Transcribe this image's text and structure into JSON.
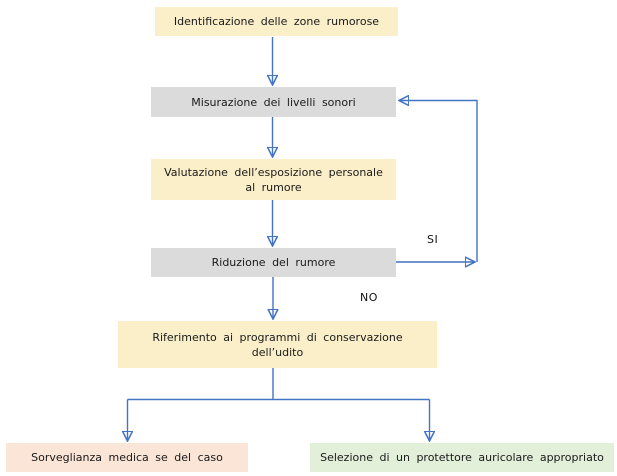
{
  "diagram": {
    "type": "flowchart",
    "language": "it",
    "nodes": [
      {
        "id": "identificazione",
        "label": "Identificazione delle zone rumorose",
        "fill": "#FBEFCA"
      },
      {
        "id": "misurazione",
        "label": "Misurazione dei livelli sonori",
        "fill": "#DBDBDB"
      },
      {
        "id": "valutazione",
        "label": "Valutazione dell’esposizione personale al rumore",
        "fill": "#FBEFCA"
      },
      {
        "id": "riduzione",
        "label": "Riduzione del rumore",
        "fill": "#DBDBDB"
      },
      {
        "id": "riferimento",
        "label": "Riferimento ai programmi di conservazione dell’udito",
        "fill": "#FBEFCA"
      },
      {
        "id": "sorveglianza",
        "label": "Sorveglianza medica se del caso",
        "fill": "#FBE5D6"
      },
      {
        "id": "selezione",
        "label": "Selezione di un protettore auricolare appropriato",
        "fill": "#E2EFD9"
      }
    ],
    "edges": [
      {
        "from": "identificazione",
        "to": "misurazione",
        "label": ""
      },
      {
        "from": "misurazione",
        "to": "valutazione",
        "label": ""
      },
      {
        "from": "valutazione",
        "to": "riduzione",
        "label": ""
      },
      {
        "from": "riduzione",
        "to": "misurazione",
        "label": "SI"
      },
      {
        "from": "riduzione",
        "to": "riferimento",
        "label": "NO"
      },
      {
        "from": "riferimento",
        "to": "sorveglianza",
        "label": ""
      },
      {
        "from": "riferimento",
        "to": "selezione",
        "label": ""
      }
    ],
    "edge_labels": {
      "si": "SI",
      "no": "NO"
    },
    "colors": {
      "arrow": "#4472C4",
      "cream_fill": "#FBEFCA",
      "gray_fill": "#DBDBDB",
      "peach_fill": "#FBE5D6",
      "green_fill": "#E2EFD9",
      "text": "#1a1a1a",
      "background": "#ffffff"
    }
  }
}
